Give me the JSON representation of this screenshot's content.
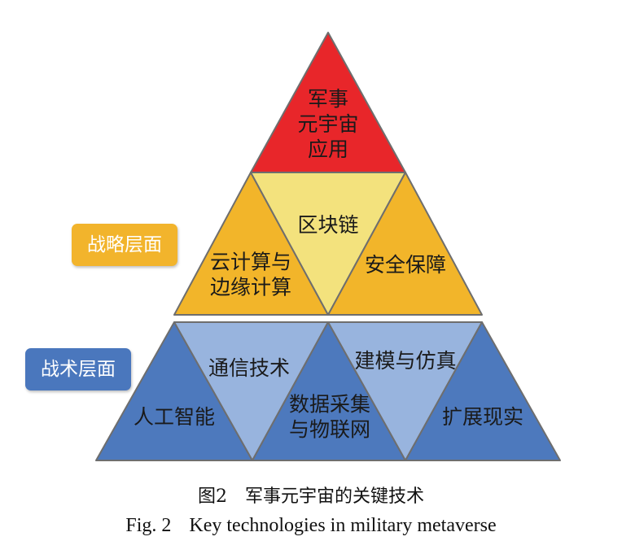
{
  "colors": {
    "top": "#e8262a",
    "strategic_outer": "#f2b52a",
    "strategic_inner": "#f3e27d",
    "tactical_outer": "#4d79bd",
    "tactical_inner": "#98b4de",
    "tag_strategic": "#f2b42c",
    "tag_tactical": "#4a77bd",
    "stroke": "#6e6e6e"
  },
  "top": {
    "lines": [
      "军事",
      "元宇宙",
      "应用"
    ]
  },
  "strategic": {
    "tag": "战略层面",
    "items": [
      {
        "lines": [
          "云计算与",
          "边缘计算"
        ]
      },
      {
        "lines": [
          "区块链"
        ]
      },
      {
        "lines": [
          "安全保障"
        ]
      }
    ]
  },
  "tactical": {
    "tag": "战术层面",
    "items": [
      {
        "lines": [
          "人工智能"
        ]
      },
      {
        "lines": [
          "通信技术"
        ]
      },
      {
        "lines": [
          "数据采集",
          "与物联网"
        ]
      },
      {
        "lines": [
          "建模与仿真"
        ]
      },
      {
        "lines": [
          "扩展现实"
        ]
      }
    ]
  },
  "caption": {
    "cn_num": "图2",
    "cn_text": "军事元宇宙的关键技术",
    "en_num": "Fig. 2",
    "en_text": "Key technologies in military metaverse"
  }
}
